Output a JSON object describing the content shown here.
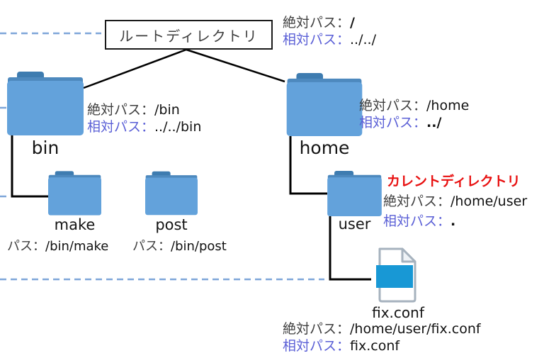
{
  "colors": {
    "folder_body": "#63A2DB",
    "folder_tab": "#3E7CB0",
    "folder_strip": "#4D89BE",
    "file_band": "#1898D5",
    "file_outline": "#A6B2BE",
    "dashed_level_line": "#7EA6D9",
    "connector_line": "#000000",
    "relative_path_label": "#5A5FD6",
    "current_directory_text": "#E81010",
    "path_label_text": "#3F3F3F",
    "path_value_text": "#111111"
  },
  "root": {
    "box_label": "ルートディレクトリ",
    "abs_label": "絶対パス：",
    "abs_value": "/",
    "rel_label": "相対パス：",
    "rel_value": "../../"
  },
  "bin": {
    "label": "bin",
    "abs_label": "絶対パス：",
    "abs_value": "/bin",
    "rel_label": "相対パス：",
    "rel_value": "../../bin"
  },
  "home": {
    "label": "home",
    "abs_label": "絶対パス：",
    "abs_value": "/home",
    "rel_label": "相対パス：",
    "rel_value": "../"
  },
  "make": {
    "label": "make",
    "path_label": "パス：",
    "path_value": "/bin/make"
  },
  "post": {
    "label": "post",
    "path_label": "パス：",
    "path_value": "/bin/post"
  },
  "user": {
    "label": "user",
    "current_label": "カレントディレクトリ",
    "abs_label": "絶対パス：",
    "abs_value": "/home/user",
    "rel_label": "相対パス：",
    "rel_value": "."
  },
  "file": {
    "label": "fix.conf",
    "abs_label": "絶対パス：",
    "abs_value": "/home/user/fix.conf",
    "rel_label": "相対パス：",
    "rel_value": "fix.conf"
  }
}
